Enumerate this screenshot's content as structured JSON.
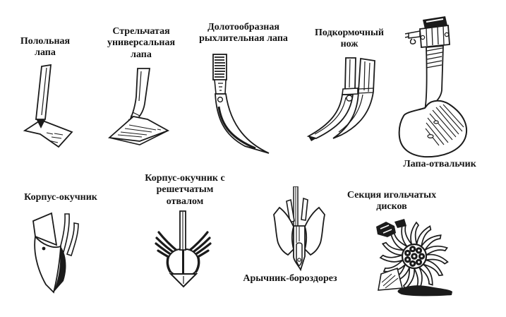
{
  "figure": {
    "background": "#ffffff",
    "ink_color": "#1b1b1b",
    "tools": [
      {
        "name": "weeding-sweep",
        "label": "Полольная лапа"
      },
      {
        "name": "universal-arrow-sweep",
        "label": "Стрельчатая универсальная лапа"
      },
      {
        "name": "chisel-loosening-tine",
        "label": "Долотообразная рыхлительная лапа"
      },
      {
        "name": "feeding-knife",
        "label": "Подкормочный нож"
      },
      {
        "name": "moldboard-sweep",
        "label": "Лапа-отвальчик"
      },
      {
        "name": "hiller-body",
        "label": "Корпус-окучник"
      },
      {
        "name": "lattice-moldboard-hiller",
        "label": "Корпус-окучник с решетчатым отвалом"
      },
      {
        "name": "ditcher-furrow-cutter",
        "label": "Арычник-бороздорез"
      },
      {
        "name": "needle-disc-section",
        "label": "Секция игольчатых дисков"
      }
    ]
  }
}
